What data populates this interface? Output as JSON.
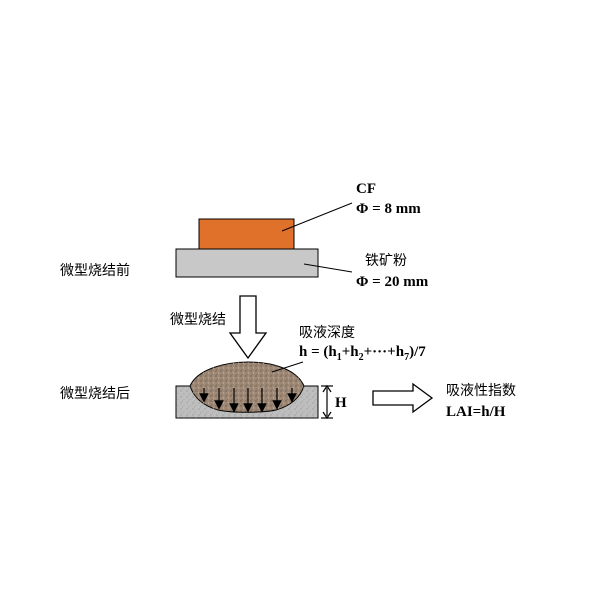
{
  "labels": {
    "before_sintering": "微型烧结前",
    "sintering_step": "微型烧结",
    "after_sintering": "微型烧结后",
    "cf_name": "CF",
    "cf_diameter": "Φ = 8 mm",
    "ore_name": "铁矿粉",
    "ore_diameter": "Φ = 20 mm",
    "depth_title": "吸液深度",
    "height_label": "H",
    "index_title": "吸液性指数",
    "index_formula": "LAI=h/H"
  },
  "depth_formula": {
    "lhs": "h = (h",
    "s1": "1",
    "p1": "+h",
    "s2": "2",
    "p2": "+···+h",
    "s3": "7",
    "tail": ")/7"
  },
  "colors": {
    "cf_block": "#E0712A",
    "ore_block": "#C8C8C8",
    "substrate": "#BEBEBE",
    "melt": "#9E8876"
  }
}
